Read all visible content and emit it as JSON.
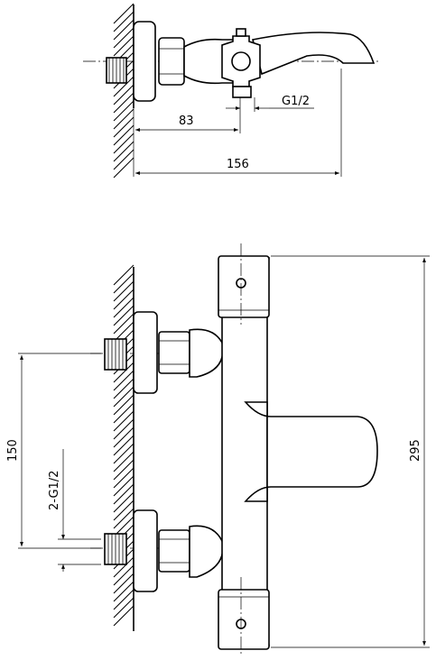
{
  "top_view": {
    "dim_wall_to_inlet": "83",
    "dim_thread": "G1/2",
    "dim_total_depth": "156"
  },
  "front_view": {
    "dim_inlet_spacing": "150",
    "dim_inlet_threads": "2-G1/2",
    "dim_total_height": "295"
  }
}
